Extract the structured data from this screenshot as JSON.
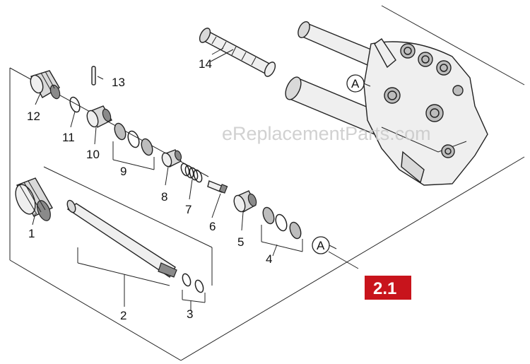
{
  "watermark": "eReplacementParts.com",
  "section_badge": "2.1",
  "callouts": {
    "n1": "1",
    "n2": "2",
    "n3": "3",
    "n4": "4",
    "n5": "5",
    "n6": "6",
    "n7": "7",
    "n8": "8",
    "n9": "9",
    "n10": "10",
    "n11": "11",
    "n12": "12",
    "n13": "13",
    "n14": "14",
    "a_top": "A",
    "a_bottom": "A"
  },
  "colors": {
    "badge": "#c8141c",
    "line": "#222222",
    "watermark": "#c9c9c9"
  }
}
